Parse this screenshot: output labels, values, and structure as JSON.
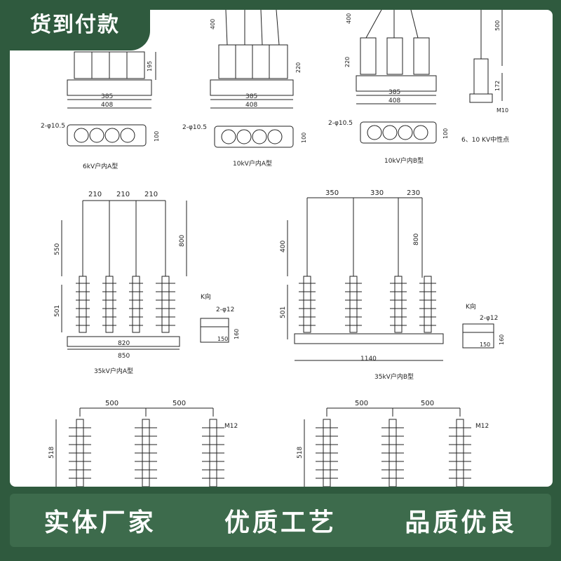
{
  "badge": {
    "text": "货到付款"
  },
  "slogans": [
    "实体厂家",
    "优质工艺",
    "品质优良"
  ],
  "top_row": {
    "d1": {
      "width_inner": "385",
      "width_outer": "408",
      "hole": "2-φ10.5",
      "height": "100",
      "side": "195",
      "caption": "6kV户内A型"
    },
    "d2": {
      "width_inner": "385",
      "width_outer": "408",
      "hole": "2-φ10.5",
      "height": "100",
      "top": "400",
      "side": "220",
      "caption": "10kV户内A型"
    },
    "d3": {
      "width_inner": "385",
      "width_outer": "408",
      "hole": "2-φ10.5",
      "height": "100",
      "top": "400",
      "side": "220",
      "caption": "10kV户内B型"
    },
    "d4": {
      "top": "500",
      "side": "172",
      "bolt": "M10",
      "caption": "6、10 KV中性点"
    }
  },
  "mid_left": {
    "spans": [
      "210",
      "210",
      "210"
    ],
    "h_top": "550",
    "h_bottom": "501",
    "h_right": "800",
    "base_inner": "820",
    "base_outer": "850",
    "view": "K向",
    "hole": "2-φ12",
    "dim_a": "150",
    "dim_b": "160",
    "caption": "35kV户内A型"
  },
  "mid_right": {
    "spans": [
      "350",
      "330",
      "230"
    ],
    "h_top": "400",
    "h_bottom": "501",
    "h_right": "800",
    "base": "1140",
    "view": "K向",
    "hole": "2-φ12",
    "dim_a": "150",
    "dim_b": "160",
    "caption": "35kV户内B型"
  },
  "bottom_row": {
    "left": {
      "spans": [
        "500",
        "500"
      ],
      "height": "518",
      "bolt": "M12"
    },
    "right": {
      "spans": [
        "500",
        "500"
      ],
      "height": "518",
      "bolt": "M12"
    }
  }
}
